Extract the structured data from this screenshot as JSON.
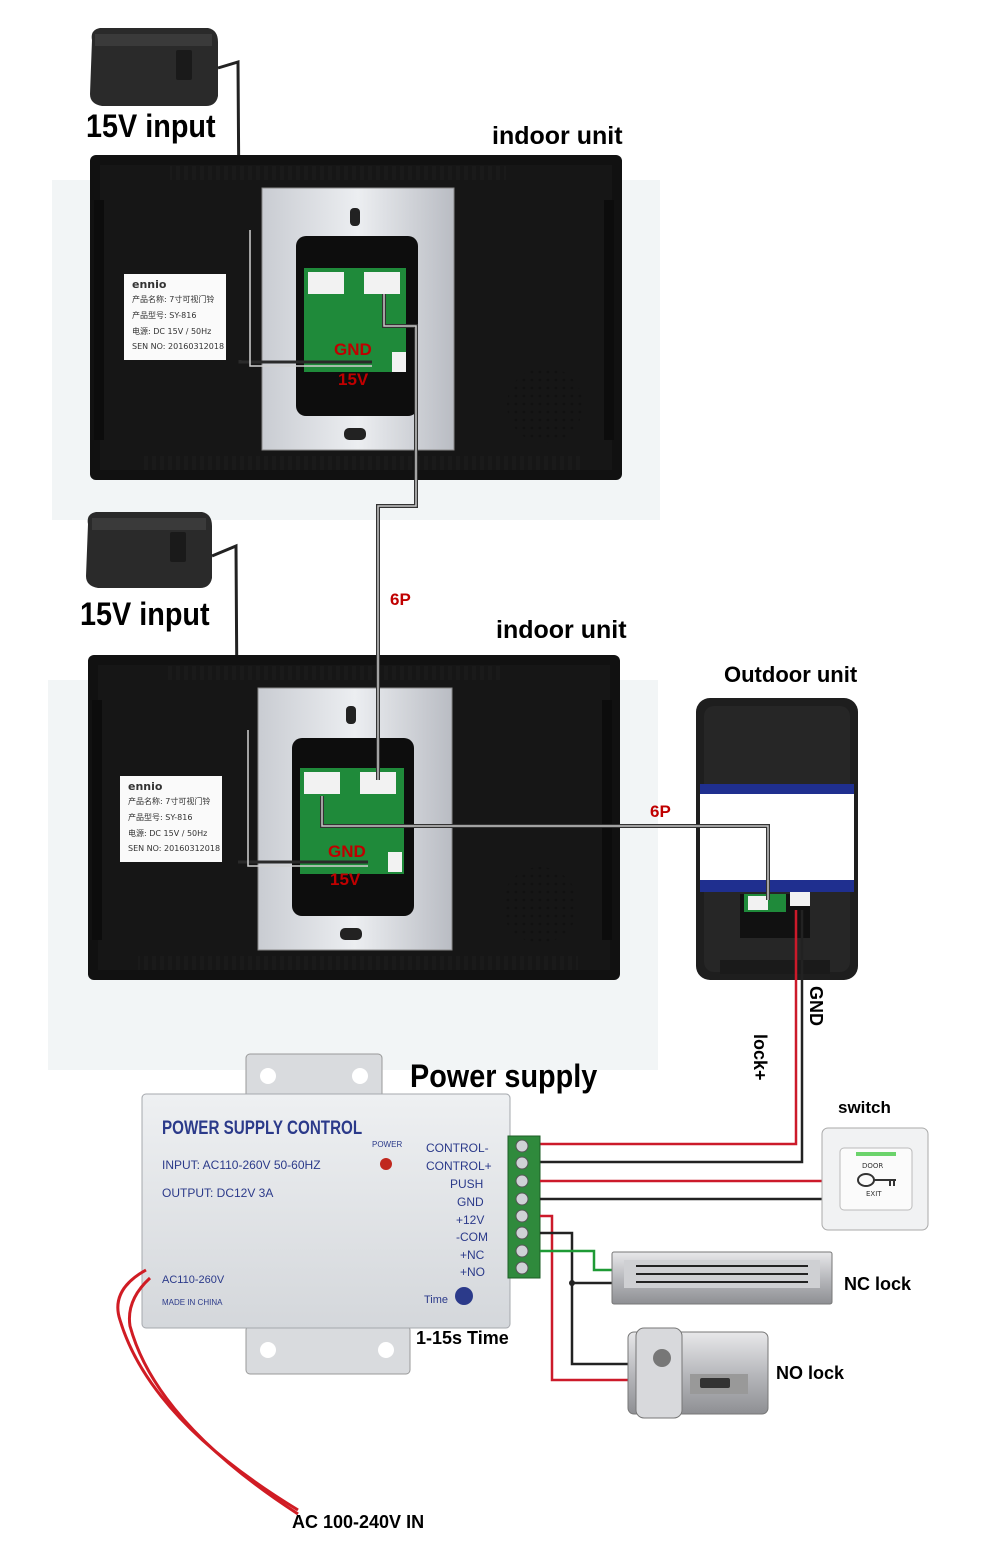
{
  "adapter_top": {
    "label": "15V input"
  },
  "adapter_bottom": {
    "label": "15V input"
  },
  "indoor_top": {
    "label": "indoor unit",
    "brand": "ennio",
    "product_name": "产品名称: 7寸可视门铃",
    "model": "产品型号: SY-816",
    "power": "电源: DC 15V / 50Hz",
    "serial": "SEN NO: 20160312018",
    "gnd": "GND",
    "v15": "15V"
  },
  "indoor_bottom": {
    "label": "indoor unit",
    "brand": "ennio",
    "product_name": "产品名称: 7寸可视门铃",
    "model": "产品型号: SY-816",
    "power": "电源: DC 15V / 50Hz",
    "serial": "SEN NO: 20160312018",
    "gnd": "GND",
    "v15": "15V"
  },
  "cable_between_indoor": "6P",
  "cable_to_outdoor": "6P",
  "outdoor": {
    "label": "Outdoor unit",
    "lock_plus": "lock+",
    "gnd": "GND"
  },
  "power_supply": {
    "label": "Power supply",
    "title": "POWER SUPPLY CONTROL",
    "input": "INPUT: AC110-260V 50-60HZ",
    "output": "OUTPUT: DC12V  3A",
    "power_led": "POWER",
    "ac_label": "AC110-260V",
    "made_in": "MADE IN CHINA",
    "time_knob": "Time",
    "terminals": [
      "CONTROL-",
      "CONTROL+",
      "PUSH",
      "GND",
      "+12V",
      "-COM",
      "+NC",
      "+NO"
    ],
    "time_label": "1-15s Time",
    "ac_in_label": "AC 100-240V IN"
  },
  "switch": {
    "label": "switch",
    "door": "DOOR",
    "exit": "EXIT"
  },
  "nc_lock": {
    "label": "NC lock"
  },
  "no_lock": {
    "label": "NO lock"
  }
}
